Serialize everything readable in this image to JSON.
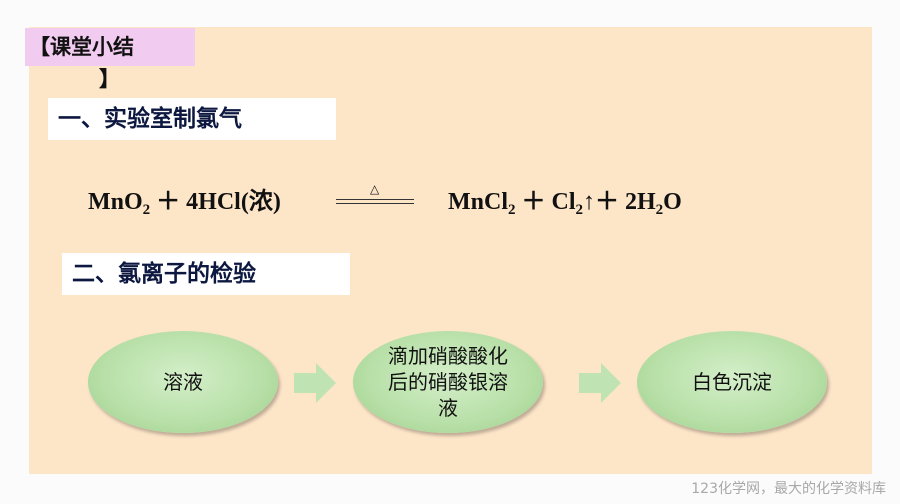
{
  "slide": {
    "title_tag_line1": "【课堂小结",
    "title_tag_line2": "】",
    "heading1": "一、实验室制氯气",
    "equation": {
      "left_parts": [
        "MnO",
        "2",
        " ＋ 4HCl(浓)"
      ],
      "condition": "△",
      "right_parts": [
        "MnCl",
        "2",
        " ＋ Cl",
        "2",
        "↑＋ 2H",
        "2",
        "O"
      ]
    },
    "heading2": "二、氯离子的检验",
    "flow": {
      "step1": "溶液",
      "step2": "滴加硝酸酸化后的硝酸银溶液",
      "step3": "白色沉淀"
    },
    "colors": {
      "slide_bg": "#fde5c8",
      "tag_bg": "#f2ccf0",
      "ellipse_fill": "#b7dfa7",
      "arrow_fill": "#bfe3b2",
      "heading_text": "#0d1840"
    }
  },
  "watermark": "123化学网，最大的化学资料库"
}
